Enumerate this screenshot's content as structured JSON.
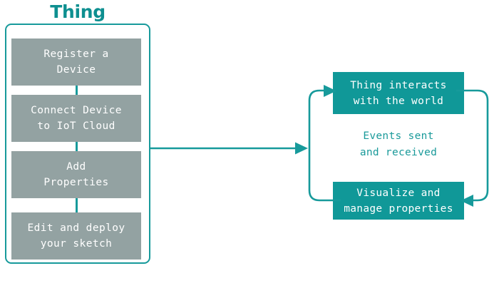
{
  "diagram": {
    "type": "flow-diagram",
    "colors": {
      "teal": "#109898",
      "teal_border": "#179a9b",
      "teal_text": "#0e8f90",
      "gray_box": "#93a2a2",
      "box_text": "#ffffff",
      "background": "#ffffff"
    },
    "left_group": {
      "title": "Thing",
      "steps": [
        {
          "label": "Register a\nDevice"
        },
        {
          "label": "Connect Device\nto IoT Cloud"
        },
        {
          "label": "Add\nProperties"
        },
        {
          "label": "Edit and deploy\nyour sketch"
        }
      ]
    },
    "flow_arrow": {
      "direction": "right",
      "icon": "arrow-right-icon"
    },
    "right_group": {
      "boxes": [
        {
          "label": "Thing interacts\nwith the world"
        },
        {
          "label": "Visualize and\nmanage properties"
        }
      ],
      "center_label": "Events sent\nand received",
      "arrows": [
        {
          "icon": "curved-arrow-up-icon",
          "direction": "bottom-to-top",
          "side": "left"
        },
        {
          "icon": "curved-arrow-down-icon",
          "direction": "top-to-bottom",
          "side": "right"
        }
      ]
    }
  }
}
